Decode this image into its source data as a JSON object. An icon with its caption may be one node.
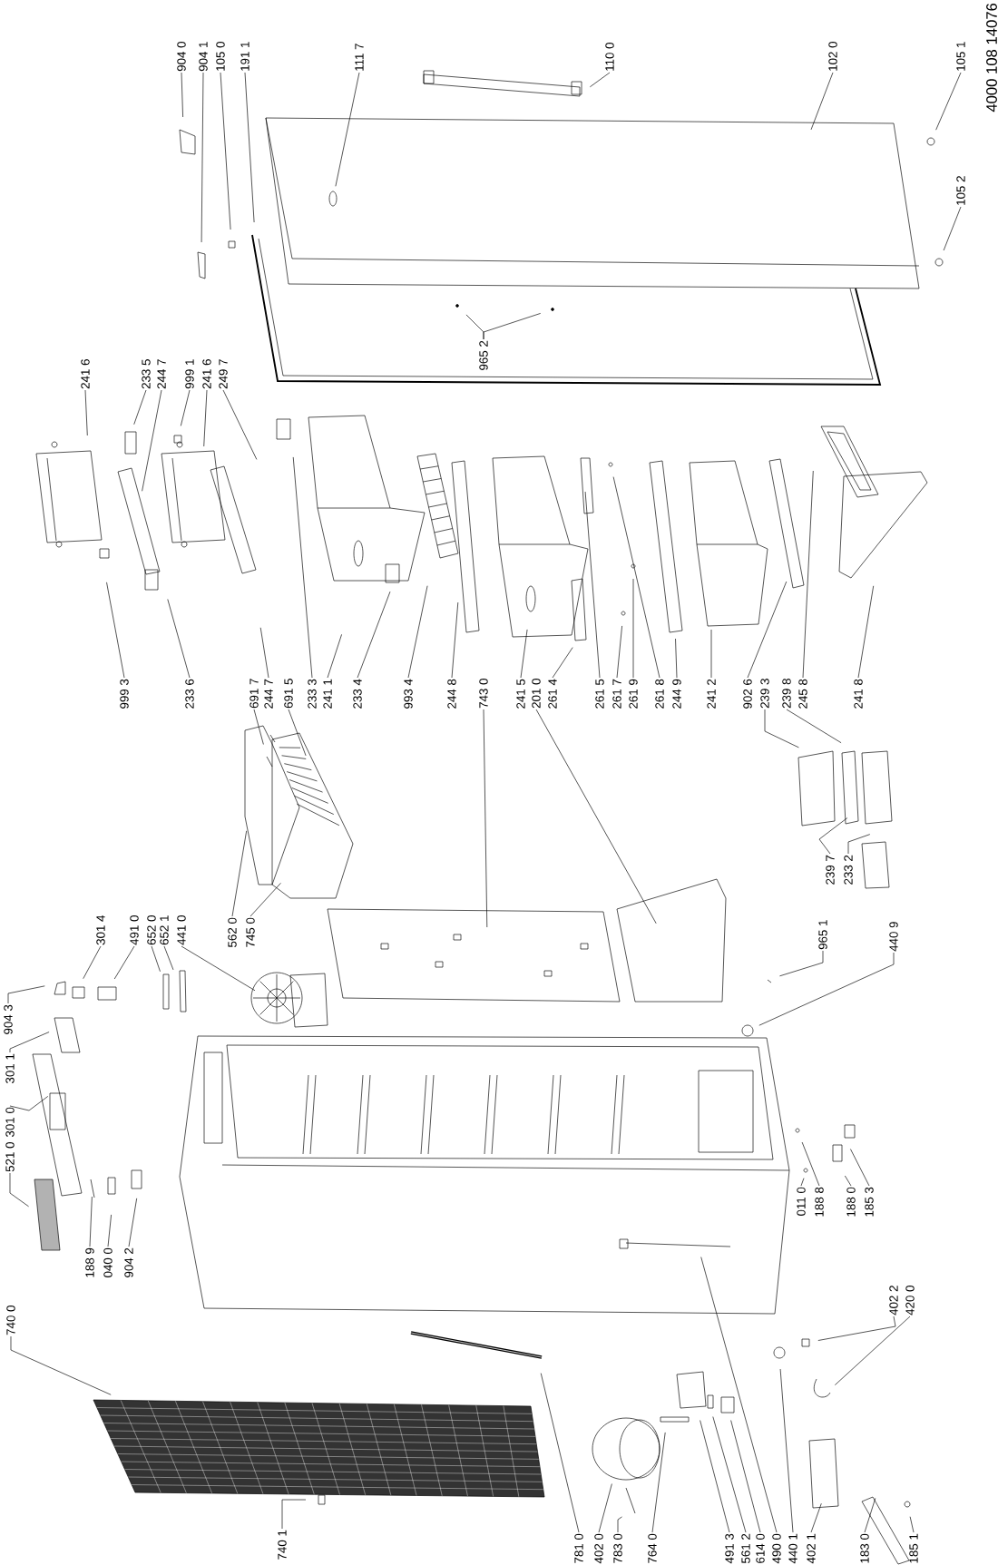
{
  "diagram": {
    "nodes": [
      {
        "text": [
          "904 0"
        ]
      },
      {
        "text": [
          "904 1"
        ]
      },
      {
        "text": [
          "105 0"
        ]
      },
      {
        "text": [
          "191 1"
        ]
      },
      {
        "text": [
          "111 7"
        ]
      },
      {
        "text": [
          "110 0"
        ]
      },
      {
        "text": [
          "102 0"
        ]
      },
      {
        "text": [
          "105 1"
        ]
      },
      {
        "text": [
          "105 2"
        ]
      },
      {
        "text": [
          "965 2"
        ]
      },
      {
        "text": [
          "241 6"
        ]
      },
      {
        "text": [
          "233 5"
        ]
      },
      {
        "text": [
          "244 7"
        ]
      },
      {
        "text": [
          "999 1"
        ]
      },
      {
        "text": [
          "241 6"
        ]
      },
      {
        "text": [
          "249 7"
        ]
      },
      {
        "text": [
          "999 3"
        ]
      },
      {
        "text": [
          "233 6"
        ]
      },
      {
        "text": [
          "691 7"
        ]
      },
      {
        "text": [
          "244 7"
        ]
      },
      {
        "text": [
          "691 5"
        ]
      },
      {
        "text": [
          "233 3"
        ]
      },
      {
        "text": [
          "241 1"
        ]
      },
      {
        "text": [
          "233 4"
        ]
      },
      {
        "text": [
          "993 4"
        ]
      },
      {
        "text": [
          "244 8"
        ]
      },
      {
        "text": [
          "743 0"
        ]
      },
      {
        "text": [
          "241 5"
        ]
      },
      {
        "text": [
          "201 0"
        ]
      },
      {
        "text": [
          "261 4"
        ]
      },
      {
        "text": [
          "261 5"
        ]
      },
      {
        "text": [
          "261 7"
        ]
      },
      {
        "text": [
          "261 9"
        ]
      },
      {
        "text": [
          "261 8"
        ]
      },
      {
        "text": [
          "244 9"
        ]
      },
      {
        "text": [
          "241 2"
        ]
      },
      {
        "text": [
          "902 6"
        ]
      },
      {
        "text": [
          "239 3"
        ]
      },
      {
        "text": [
          "239 8"
        ]
      },
      {
        "text": [
          "245 8"
        ]
      },
      {
        "text": [
          "241 8"
        ]
      },
      {
        "text": [
          "239 7"
        ]
      },
      {
        "text": [
          "233 2"
        ]
      },
      {
        "text": [
          "562 0"
        ]
      },
      {
        "text": [
          "745 0"
        ]
      },
      {
        "text": [
          "904 3"
        ]
      },
      {
        "text": [
          "301 4"
        ]
      },
      {
        "text": [
          "491 0"
        ]
      },
      {
        "text": [
          "652 0"
        ]
      },
      {
        "text": [
          "652 1"
        ]
      },
      {
        "text": [
          "441 0"
        ]
      },
      {
        "text": [
          "965 1"
        ]
      },
      {
        "text": [
          "440 9"
        ]
      },
      {
        "text": [
          "301 1"
        ]
      },
      {
        "text": [
          "301 0"
        ]
      },
      {
        "text": [
          "521 0"
        ]
      },
      {
        "text": [
          "188 9"
        ]
      },
      {
        "text": [
          "040 0"
        ]
      },
      {
        "text": [
          "904 2"
        ]
      },
      {
        "text": [
          "011 0"
        ]
      },
      {
        "text": [
          "188 8"
        ]
      },
      {
        "text": [
          "188 0"
        ]
      },
      {
        "text": [
          "185 3"
        ]
      },
      {
        "text": [
          "402 2"
        ]
      },
      {
        "text": [
          "420 0"
        ]
      },
      {
        "text": [
          "740 0"
        ]
      },
      {
        "text": [
          "740 1"
        ]
      },
      {
        "text": [
          "781 0"
        ]
      },
      {
        "text": [
          "402 0"
        ]
      },
      {
        "text": [
          "783 0"
        ]
      },
      {
        "text": [
          "764 0"
        ]
      },
      {
        "text": [
          "491 3"
        ]
      },
      {
        "text": [
          "561 2"
        ]
      },
      {
        "text": [
          "614 0"
        ]
      },
      {
        "text": [
          "490 0"
        ]
      },
      {
        "text": [
          "440 1"
        ]
      },
      {
        "text": [
          "402 1"
        ]
      },
      {
        "text": [
          "183 0"
        ]
      },
      {
        "text": [
          "185 1"
        ]
      }
    ],
    "edges": [
      {
        "from": 0,
        "to": null,
        "arrow": "none"
      },
      {
        "from": 1,
        "to": null,
        "arrow": "none"
      },
      {
        "from": 2,
        "to": null,
        "arrow": "none"
      },
      {
        "from": 3,
        "to": null,
        "arrow": "none"
      },
      {
        "from": 4,
        "to": null,
        "arrow": "none"
      },
      {
        "from": 5,
        "to": null,
        "arrow": "none"
      },
      {
        "from": 6,
        "to": null,
        "arrow": "none"
      },
      {
        "from": 7,
        "to": null,
        "arrow": "none"
      },
      {
        "from": 8,
        "to": null,
        "arrow": "none"
      },
      {
        "from": 9,
        "to": null,
        "arrow": "none"
      },
      {
        "from": 9,
        "to": null,
        "arrow": "none"
      },
      {
        "from": 10,
        "to": null,
        "arrow": "none"
      },
      {
        "from": 11,
        "to": null,
        "arrow": "none"
      },
      {
        "from": 12,
        "to": null,
        "arrow": "none"
      },
      {
        "from": 13,
        "to": null,
        "arrow": "none"
      },
      {
        "from": 14,
        "to": null,
        "arrow": "none"
      },
      {
        "from": 15,
        "to": null,
        "arrow": "none"
      },
      {
        "from": 16,
        "to": null,
        "arrow": "none"
      },
      {
        "from": 17,
        "to": null,
        "arrow": "none"
      },
      {
        "from": 18,
        "to": null,
        "arrow": "none"
      },
      {
        "from": 19,
        "to": null,
        "arrow": "none"
      },
      {
        "from": 20,
        "to": null,
        "arrow": "none"
      },
      {
        "from": 21,
        "to": null,
        "arrow": "none"
      },
      {
        "from": 22,
        "to": null,
        "arrow": "none"
      },
      {
        "from": 23,
        "to": null,
        "arrow": "none"
      },
      {
        "from": 24,
        "to": null,
        "arrow": "none"
      },
      {
        "from": 25,
        "to": null,
        "arrow": "none"
      },
      {
        "from": 26,
        "to": null,
        "arrow": "none"
      },
      {
        "from": 27,
        "to": null,
        "arrow": "none"
      },
      {
        "from": 28,
        "to": null,
        "arrow": "none"
      },
      {
        "from": 29,
        "to": null,
        "arrow": "none"
      },
      {
        "from": 30,
        "to": null,
        "arrow": "none"
      },
      {
        "from": 31,
        "to": null,
        "arrow": "none"
      },
      {
        "from": 32,
        "to": null,
        "arrow": "none"
      },
      {
        "from": 33,
        "to": null,
        "arrow": "none"
      },
      {
        "from": 34,
        "to": null,
        "arrow": "none"
      },
      {
        "from": 35,
        "to": null,
        "arrow": "none"
      },
      {
        "from": 36,
        "to": null,
        "arrow": "none"
      },
      {
        "from": 37,
        "to": null,
        "arrow": "none"
      },
      {
        "from": 38,
        "to": null,
        "arrow": "none"
      },
      {
        "from": 39,
        "to": null,
        "arrow": "none"
      },
      {
        "from": 40,
        "to": null,
        "arrow": "none"
      },
      {
        "from": 41,
        "to": null,
        "arrow": "none"
      },
      {
        "from": 42,
        "to": null,
        "arrow": "none"
      },
      {
        "from": 43,
        "to": null,
        "arrow": "none"
      },
      {
        "from": 44,
        "to": null,
        "arrow": "none"
      },
      {
        "from": 45,
        "to": null,
        "arrow": "none"
      },
      {
        "from": 46,
        "to": null,
        "arrow": "none"
      },
      {
        "from": 47,
        "to": null,
        "arrow": "none"
      },
      {
        "from": 48,
        "to": null,
        "arrow": "none"
      },
      {
        "from": 49,
        "to": null,
        "arrow": "none"
      },
      {
        "from": 50,
        "to": null,
        "arrow": "none"
      },
      {
        "from": 51,
        "to": null,
        "arrow": "none"
      },
      {
        "from": 52,
        "to": null,
        "arrow": "none"
      },
      {
        "from": 53,
        "to": null,
        "arrow": "none"
      },
      {
        "from": 54,
        "to": null,
        "arrow": "none"
      },
      {
        "from": 55,
        "to": null,
        "arrow": "none"
      },
      {
        "from": 56,
        "to": null,
        "arrow": "none"
      },
      {
        "from": 57,
        "to": null,
        "arrow": "none"
      },
      {
        "from": 58,
        "to": null,
        "arrow": "none"
      },
      {
        "from": 59,
        "to": null,
        "arrow": "none"
      },
      {
        "from": 60,
        "to": null,
        "arrow": "none"
      },
      {
        "from": 61,
        "to": null,
        "arrow": "none"
      },
      {
        "from": 62,
        "to": null,
        "arrow": "none"
      },
      {
        "from": 63,
        "to": null,
        "arrow": "none"
      },
      {
        "from": 64,
        "to": null,
        "arrow": "none"
      },
      {
        "from": 65,
        "to": null,
        "arrow": "none"
      },
      {
        "from": 66,
        "to": null,
        "arrow": "none"
      },
      {
        "from": 67,
        "to": null,
        "arrow": "none"
      },
      {
        "from": 68,
        "to": null,
        "arrow": "none"
      },
      {
        "from": 69,
        "to": null,
        "arrow": "none"
      },
      {
        "from": 70,
        "to": null,
        "arrow": "none"
      },
      {
        "from": 71,
        "to": null,
        "arrow": "none"
      },
      {
        "from": 72,
        "to": null,
        "arrow": "none"
      },
      {
        "from": 73,
        "to": null,
        "arrow": "none"
      },
      {
        "from": 74,
        "to": null,
        "arrow": "none"
      },
      {
        "from": 75,
        "to": null,
        "arrow": "none"
      },
      {
        "from": 76,
        "to": null,
        "arrow": "none"
      },
      {
        "from": 77,
        "to": null,
        "arrow": "none"
      },
      {
        "from": 78,
        "to": null,
        "arrow": "none"
      }
    ],
    "labels": [
      "4000 108 14076"
    ]
  }
}
